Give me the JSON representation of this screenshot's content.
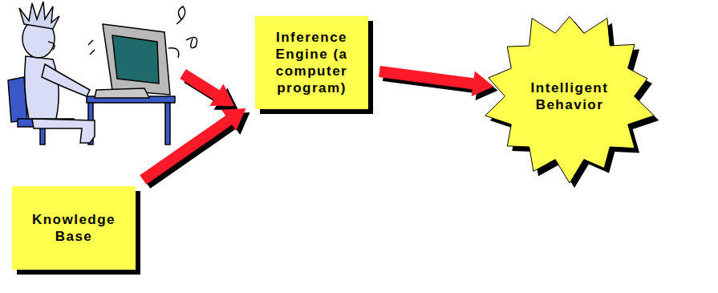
{
  "diagram": {
    "nodes": [
      {
        "text": [
          "Inference Engine (a computer program)"
        ]
      },
      {
        "text": [
          "Intelligent Behavior"
        ]
      },
      {
        "text": [
          "Knowledge Base"
        ]
      }
    ],
    "edges": [
      {
        "from": 2,
        "to": 0,
        "arrow": "to"
      },
      {
        "from": 0,
        "to": 1,
        "arrow": "to"
      }
    ]
  }
}
